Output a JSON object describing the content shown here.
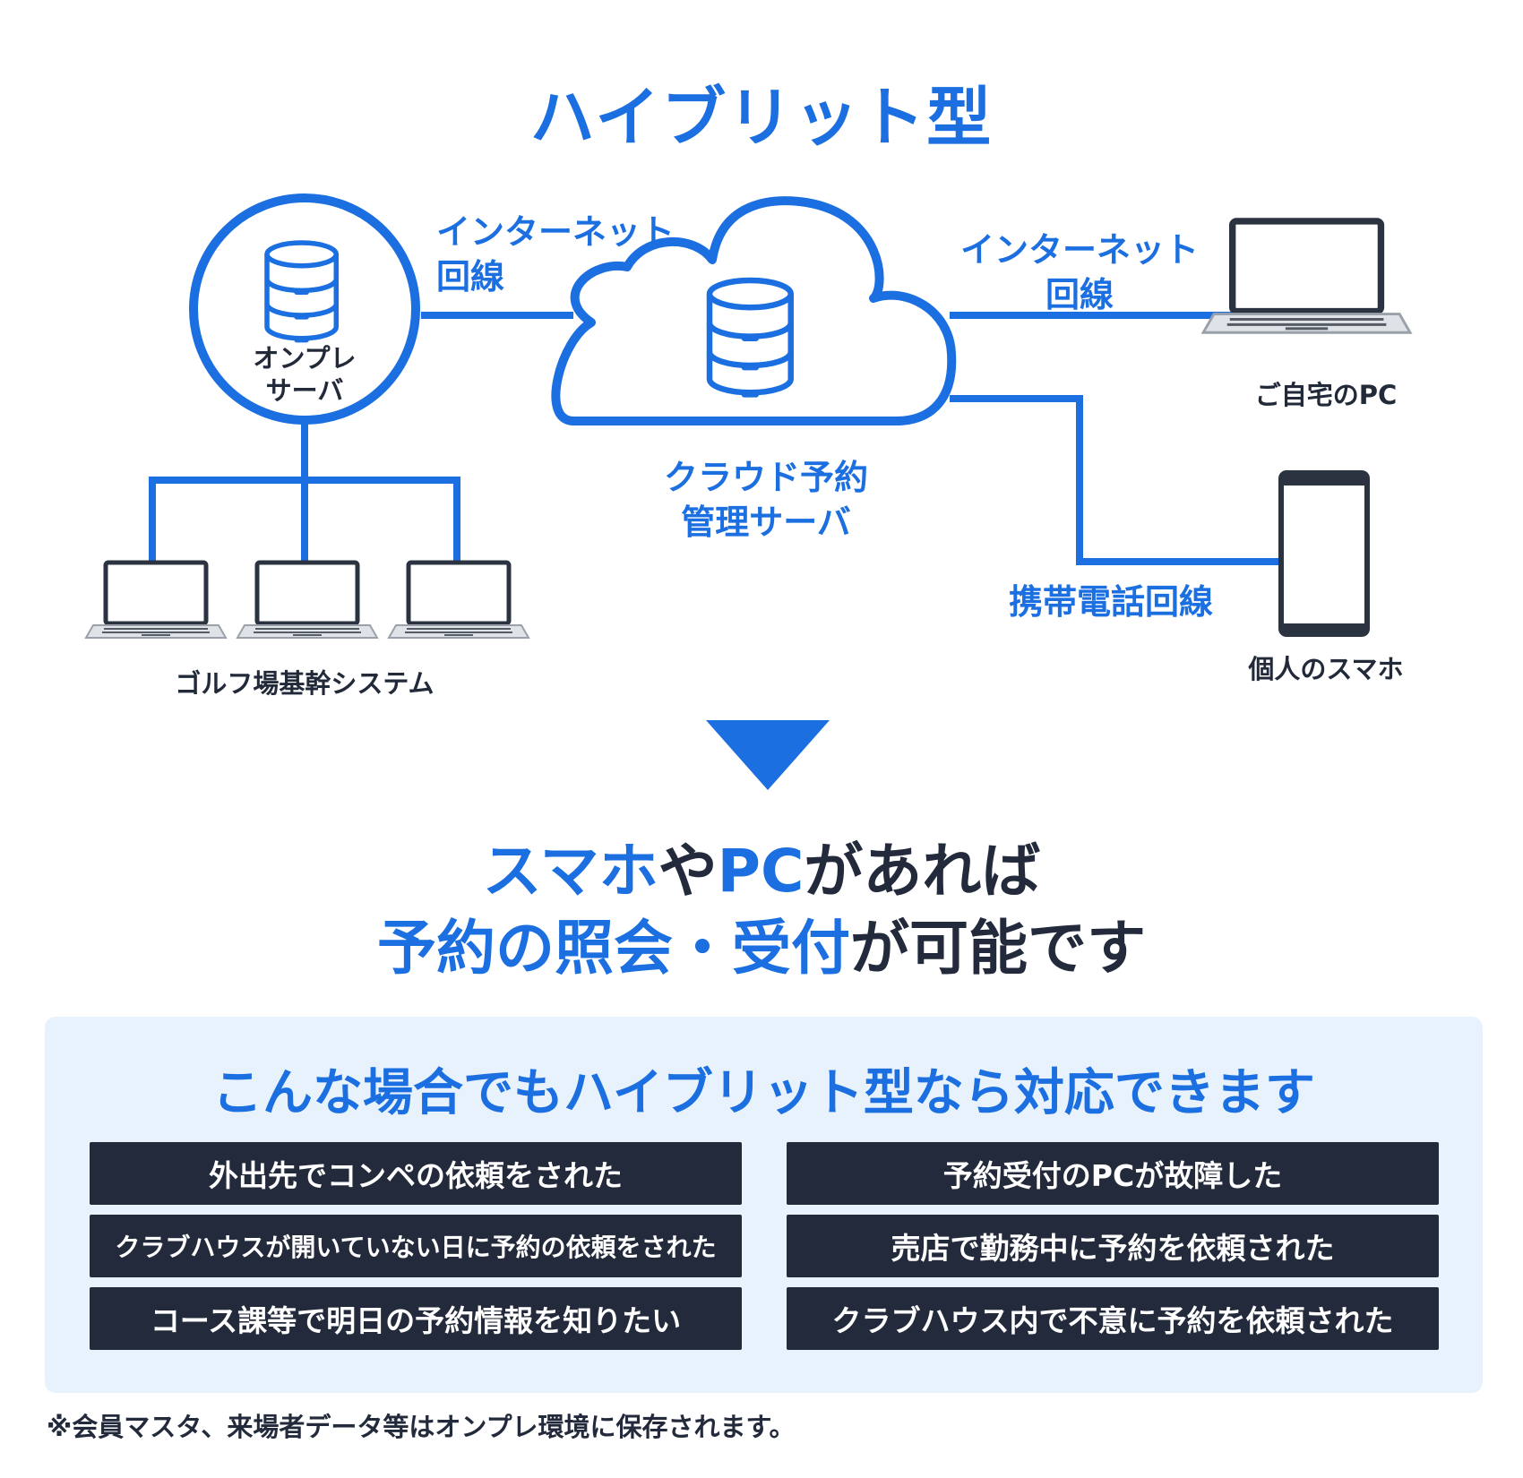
{
  "title": "ハイブリット型",
  "diagram": {
    "onprem_label_1": "オンプレ",
    "onprem_label_2": "サーバ",
    "internet_left_1": "インターネット",
    "internet_left_2": "回線",
    "cloud_label_1": "クラウド予約",
    "cloud_label_2": "管理サーバ",
    "internet_right_1": "インターネット",
    "internet_right_2": "回線",
    "home_pc_label": "ご自宅のPC",
    "mobile_line_label": "携帯電話回線",
    "smartphone_label": "個人のスマホ",
    "golf_system_label": "ゴルフ場基幹システム"
  },
  "headline": {
    "line1_hl1": "スマホ",
    "line1_t1": "や",
    "line1_hl2": "PC",
    "line1_t2": "があれば",
    "line2_hl": "予約の照会・受付",
    "line2_t": "が可能です"
  },
  "panel": {
    "title": "こんな場合でもハイブリット型なら対応できます",
    "cases_left": [
      "外出先でコンペの依頼をされた",
      "クラブハウスが開いていない日に予約の依頼をされた",
      "コース課等で明日の予約情報を知りたい"
    ],
    "cases_right": [
      "予約受付のPCが故障した",
      "売店で勤務中に予約を依頼された",
      "クラブハウス内で不意に予約を依頼された"
    ]
  },
  "footnote": "※会員マスタ、来場者データ等はオンプレ環境に保存されます。",
  "colors": {
    "accent": "#1b6fe0",
    "dark": "#232a3b",
    "panel_bg": "#e8f2fd"
  }
}
